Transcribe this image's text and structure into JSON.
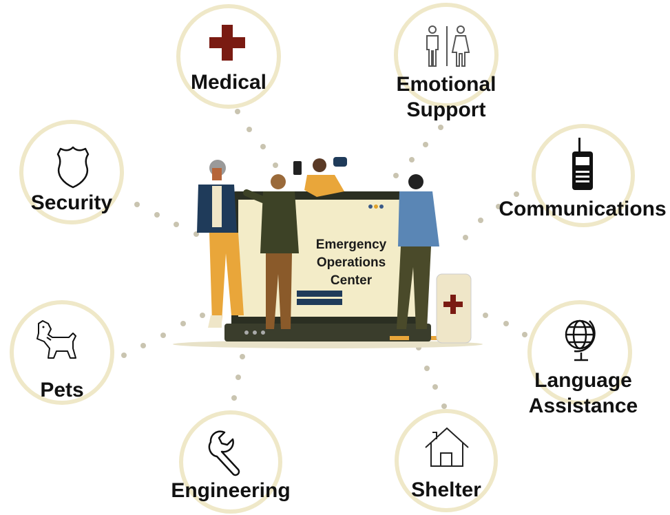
{
  "center": {
    "title_line1": "Emergency",
    "title_line2": "Operations",
    "title_line3": "Center"
  },
  "nodes": {
    "medical": {
      "label": "Medical",
      "icon": "medical-cross-icon"
    },
    "emotional": {
      "label_line1": "Emotional",
      "label_line2": "Support",
      "icon": "restroom-people-icon"
    },
    "communications": {
      "label": "Communications",
      "icon": "walkie-talkie-icon"
    },
    "language": {
      "label_line1": "Language",
      "label_line2": "Assistance",
      "icon": "globe-icon"
    },
    "shelter": {
      "label": "Shelter",
      "icon": "house-icon"
    },
    "engineering": {
      "label": "Engineering",
      "icon": "wrench-icon"
    },
    "pets": {
      "label": "Pets",
      "icon": "dog-icon"
    },
    "security": {
      "label": "Security",
      "icon": "badge-shield-icon"
    }
  },
  "colors": {
    "ring": "#efe8c8",
    "dots": "#c9c4b0",
    "medical_cross": "#7a1b12",
    "screen": "#f3ecc8",
    "laptop_frame": "#2b2f22",
    "navy_bar": "#1f3b5a"
  }
}
